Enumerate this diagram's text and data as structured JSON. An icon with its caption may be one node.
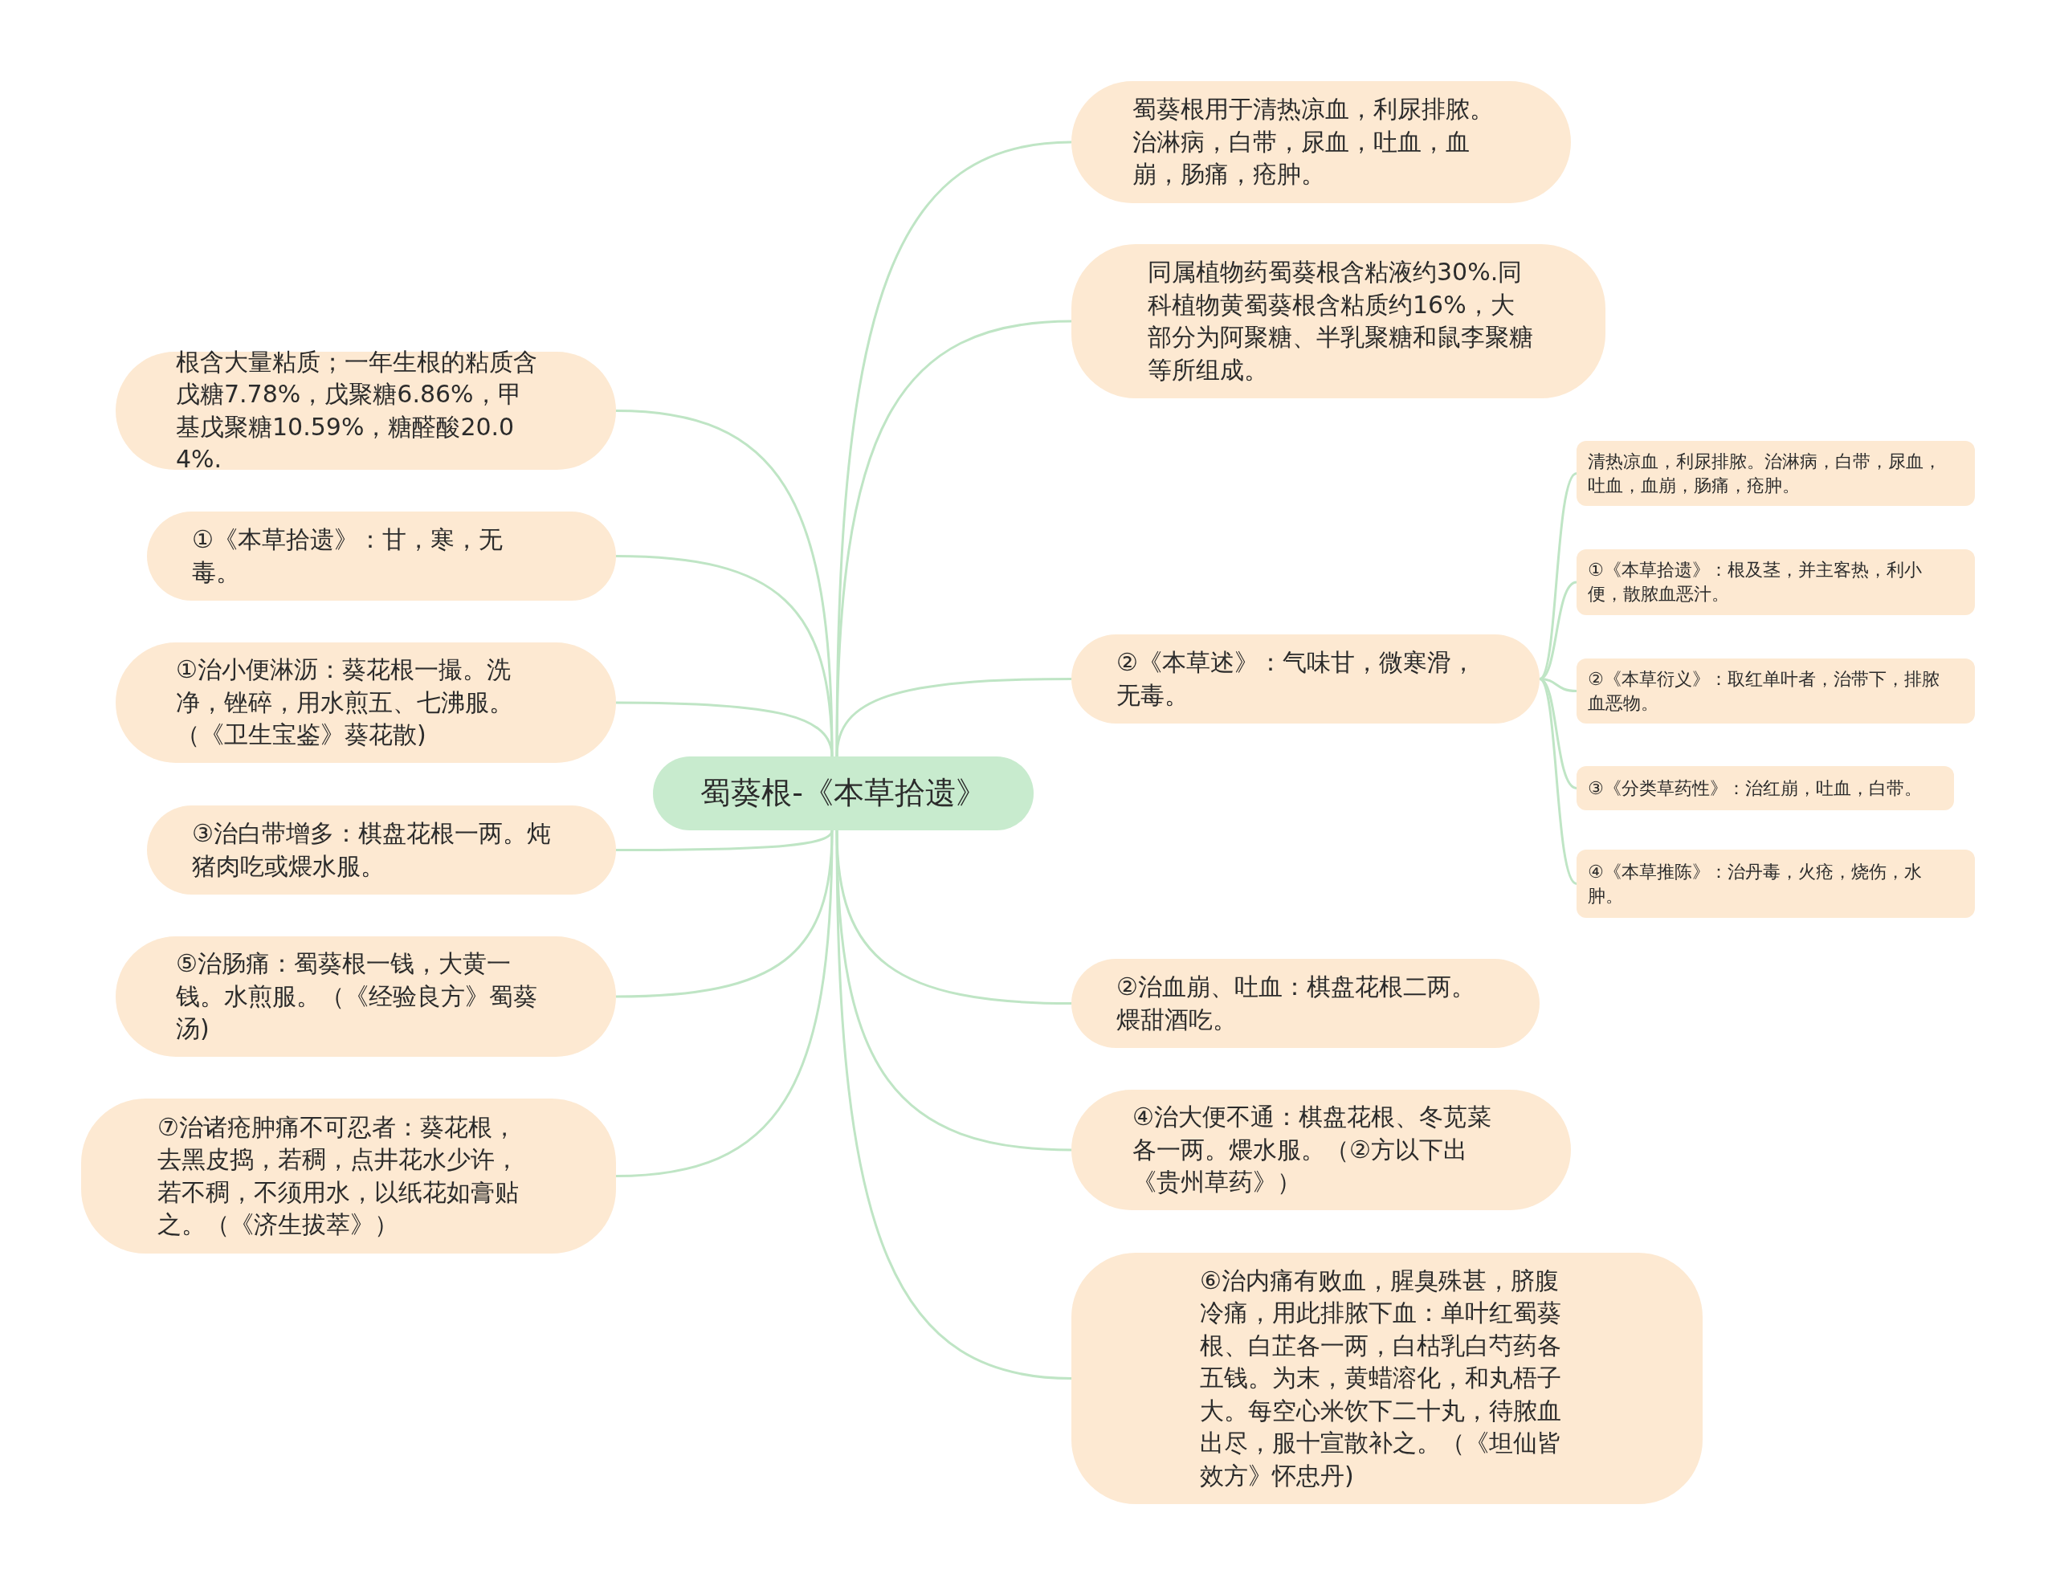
{
  "diagram": {
    "nodes": [
      {
        "text": [
          "蜀葵根-《本草拾遗》"
        ]
      },
      {
        "text": [
          "根含大量粘质；一年生根的粘质含戊糖7.78%，戊聚糖6.86%，甲基戊聚糖10.59%，糖醛酸20.04%."
        ]
      },
      {
        "text": [
          "①《本草拾遗》：甘，寒，无毒。"
        ]
      },
      {
        "text": [
          "①治小便淋沥：葵花根一撮。洗净，锉碎，用水煎五、七沸服。（《卫生宝鉴》葵花散)"
        ]
      },
      {
        "text": [
          "③治白带增多：棋盘花根一两。炖猪肉吃或煨水服。"
        ]
      },
      {
        "text": [
          "⑤治肠痛：蜀葵根一钱，大黄一钱。水煎服。（《经验良方》蜀葵汤)"
        ]
      },
      {
        "text": [
          "⑦治诸疮肿痛不可忍者：葵花根，去黑皮捣，若稠，点井花水少许，若不稠，不须用水，以纸花如膏贴之。（《济生拔萃》）"
        ]
      },
      {
        "text": [
          "蜀葵根用于清热凉血，利尿排脓。治淋病，白带，尿血，吐血，血崩，肠痛，疮肿。"
        ]
      },
      {
        "text": [
          "同属植物药蜀葵根含粘液约30%.同科植物黄蜀葵根含粘质约16%，大部分为阿聚糖、半乳聚糖和鼠李聚糖等所组成。"
        ]
      },
      {
        "text": [
          "②《本草述》：气味甘，微寒滑，无毒。"
        ]
      },
      {
        "text": [
          "清热凉血，利尿排脓。治淋病，白带，尿血，吐血，血崩，肠痛，疮肿。"
        ]
      },
      {
        "text": [
          "①《本草拾遗》：根及茎，并主客热，利小便，散脓血恶汁。"
        ]
      },
      {
        "text": [
          "②《本草衍义》：取红单叶者，治带下，排脓血恶物。"
        ]
      },
      {
        "text": [
          "③《分类草药性》：治红崩，吐血，白带。"
        ]
      },
      {
        "text": [
          "④《本草推陈》：治丹毒，火疮，烧伤，水肿。"
        ]
      },
      {
        "text": [
          "②治血崩、吐血：棋盘花根二两。煨甜酒吃。"
        ]
      },
      {
        "text": [
          "④治大便不通：棋盘花根、冬苋菜各一两。煨水服。（②方以下出《贵州草药》）"
        ]
      },
      {
        "text": [
          "⑥治内痛有败血，腥臭殊甚，脐腹冷痛，用此排脓下血：单叶红蜀葵根、白芷各一两，白枯乳白芍药各五钱。为末，黄蜡溶化，和丸梧子大。每空心米饮下二十丸，待脓血出尽，服十宣散补之。（《坦仙皆效方》怀忠丹)"
        ]
      }
    ],
    "edges": [
      {
        "from": 0,
        "to": 1,
        "arrow": "none"
      },
      {
        "from": 0,
        "to": 2,
        "arrow": "none"
      },
      {
        "from": 0,
        "to": 3,
        "arrow": "none"
      },
      {
        "from": 0,
        "to": 4,
        "arrow": "none"
      },
      {
        "from": 0,
        "to": 5,
        "arrow": "none"
      },
      {
        "from": 0,
        "to": 6,
        "arrow": "none"
      },
      {
        "from": 0,
        "to": 7,
        "arrow": "none"
      },
      {
        "from": 0,
        "to": 8,
        "arrow": "none"
      },
      {
        "from": 0,
        "to": 9,
        "arrow": "none"
      },
      {
        "from": 9,
        "to": 10,
        "arrow": "none"
      },
      {
        "from": 9,
        "to": 11,
        "arrow": "none"
      },
      {
        "from": 9,
        "to": 12,
        "arrow": "none"
      },
      {
        "from": 9,
        "to": 13,
        "arrow": "none"
      },
      {
        "from": 9,
        "to": 14,
        "arrow": "none"
      },
      {
        "from": 0,
        "to": 15,
        "arrow": "none"
      },
      {
        "from": 0,
        "to": 16,
        "arrow": "none"
      },
      {
        "from": 0,
        "to": 17,
        "arrow": "none"
      }
    ]
  }
}
